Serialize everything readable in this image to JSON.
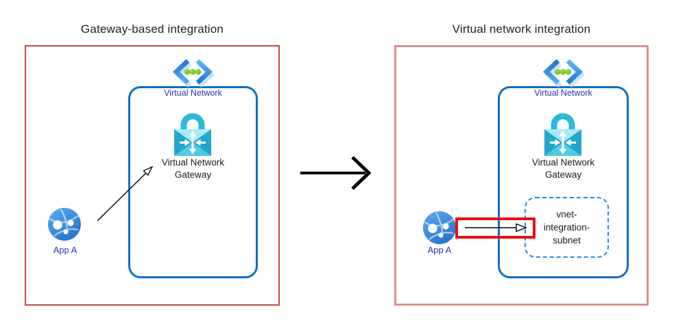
{
  "diagram": {
    "left_panel": {
      "title": "Gateway-based integration",
      "virtual_network": {
        "label": "Virtual Network",
        "gateway_label_line1": "Virtual Network",
        "gateway_label_line2": "Gateway"
      },
      "app": {
        "label": "App A"
      }
    },
    "right_panel": {
      "title": "Virtual network integration",
      "virtual_network": {
        "label": "Virtual Network",
        "gateway_label_line1": "Virtual Network",
        "gateway_label_line2": "Gateway"
      },
      "subnet": {
        "label_line1": "vnet-",
        "label_line2": "integration-",
        "label_line3": "subnet"
      },
      "app": {
        "label": "App A"
      }
    },
    "colors": {
      "left_frame_border": "#C5473D",
      "right_frame_border": "#D4918E",
      "vnet_box_border": "#0C6FC0",
      "subnet_dash_border": "#1E88E5",
      "highlight_red": "#EE0C0C",
      "label_indigo": "#2F2FA8",
      "vnet_icon_green": "#76C043",
      "gateway_lock_cyan": "#2CB8D9",
      "app_icon_blue": "#3287D6",
      "arrow_black": "#000000",
      "title_text": "#212121"
    }
  }
}
